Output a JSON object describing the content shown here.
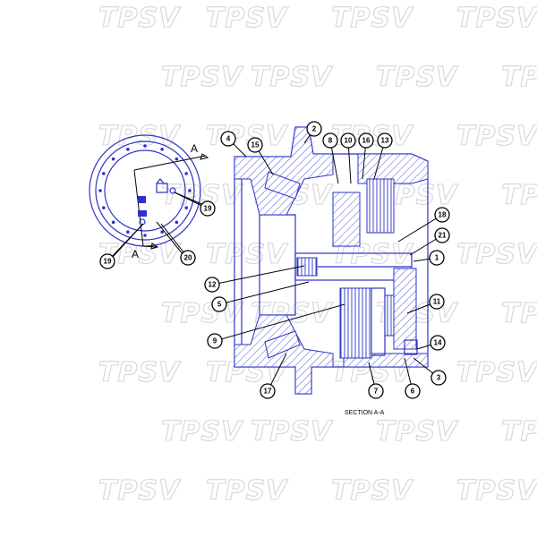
{
  "watermark": "TPSV",
  "section_letter": "A",
  "section_caption": "SECTION A-A",
  "callouts": [
    "1",
    "2",
    "3",
    "4",
    "5",
    "6",
    "7",
    "8",
    "9",
    "10",
    "11",
    "12",
    "13",
    "14",
    "15",
    "16",
    "17",
    "18",
    "19",
    "20",
    "21"
  ],
  "small_view_callouts": [
    "19",
    "19",
    "20"
  ],
  "colors": {
    "line": "#2a33c8",
    "watermark": "#d6d6d6",
    "callout": "#000000"
  }
}
